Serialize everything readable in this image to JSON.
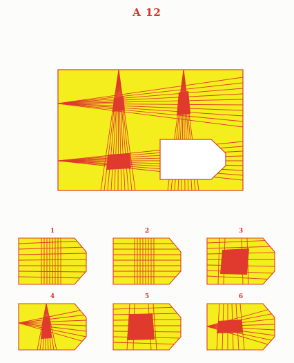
{
  "title": "A 12",
  "colors": {
    "yellow": "#f4ee1e",
    "red": "#e0392d",
    "white": "#ffffff"
  },
  "options": [
    {
      "number": "1"
    },
    {
      "number": "2"
    },
    {
      "number": "3"
    },
    {
      "number": "4"
    },
    {
      "number": "5"
    },
    {
      "number": "6"
    }
  ]
}
